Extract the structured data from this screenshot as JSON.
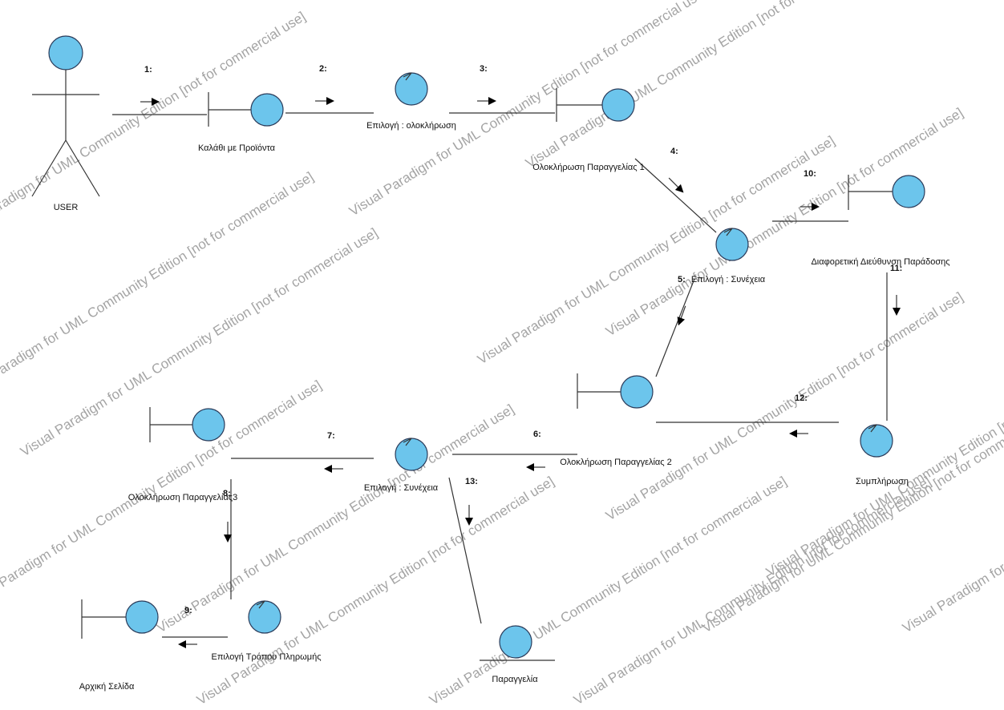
{
  "watermark": "Visual Paradigm for UML Community Edition [not for commercial use]",
  "colors": {
    "object_fill": "#6cc5ec",
    "object_stroke": "#2a3b5a",
    "watermark": "#a4a4a4"
  },
  "actor": {
    "name": "USER"
  },
  "objects": {
    "kalathi": "Καλάθι με Προϊόντα",
    "epilogi_oloklirosi": "Επιλογή : ολοκλήρωση",
    "oloklirosi_1": "Ολοκλήρωση Παραγγελίας 1",
    "epilogi_synexeia_1": "Επιλογή : Συνέχεια",
    "diaforetiki": "Διαφορετική Διεύθυνση Παράδοσης",
    "oloklirosi_2": "Ολοκλήρωση Παραγγελίας 2",
    "symplirosi": "Συμπλήρωση",
    "oloklirosi_3": "Ολοκλήρωση Παραγγελίας3",
    "epilogi_synexeia_2": "Επιλογή : Συνέχεια",
    "paraggelia": "Παραγγελία",
    "archiki": "Αρχική Σελίδα",
    "epilogi_tropou": "Επιλογή Τρόπου Πληρωμής"
  },
  "messages": {
    "m1": "1:",
    "m2": "2:",
    "m3": "3:",
    "m4": "4:",
    "m5": "5:",
    "m6": "6:",
    "m7": "7:",
    "m8": "8:",
    "m9": "9:",
    "m10": "10:",
    "m11": "11:",
    "m12": "12:",
    "m13": "13:"
  }
}
